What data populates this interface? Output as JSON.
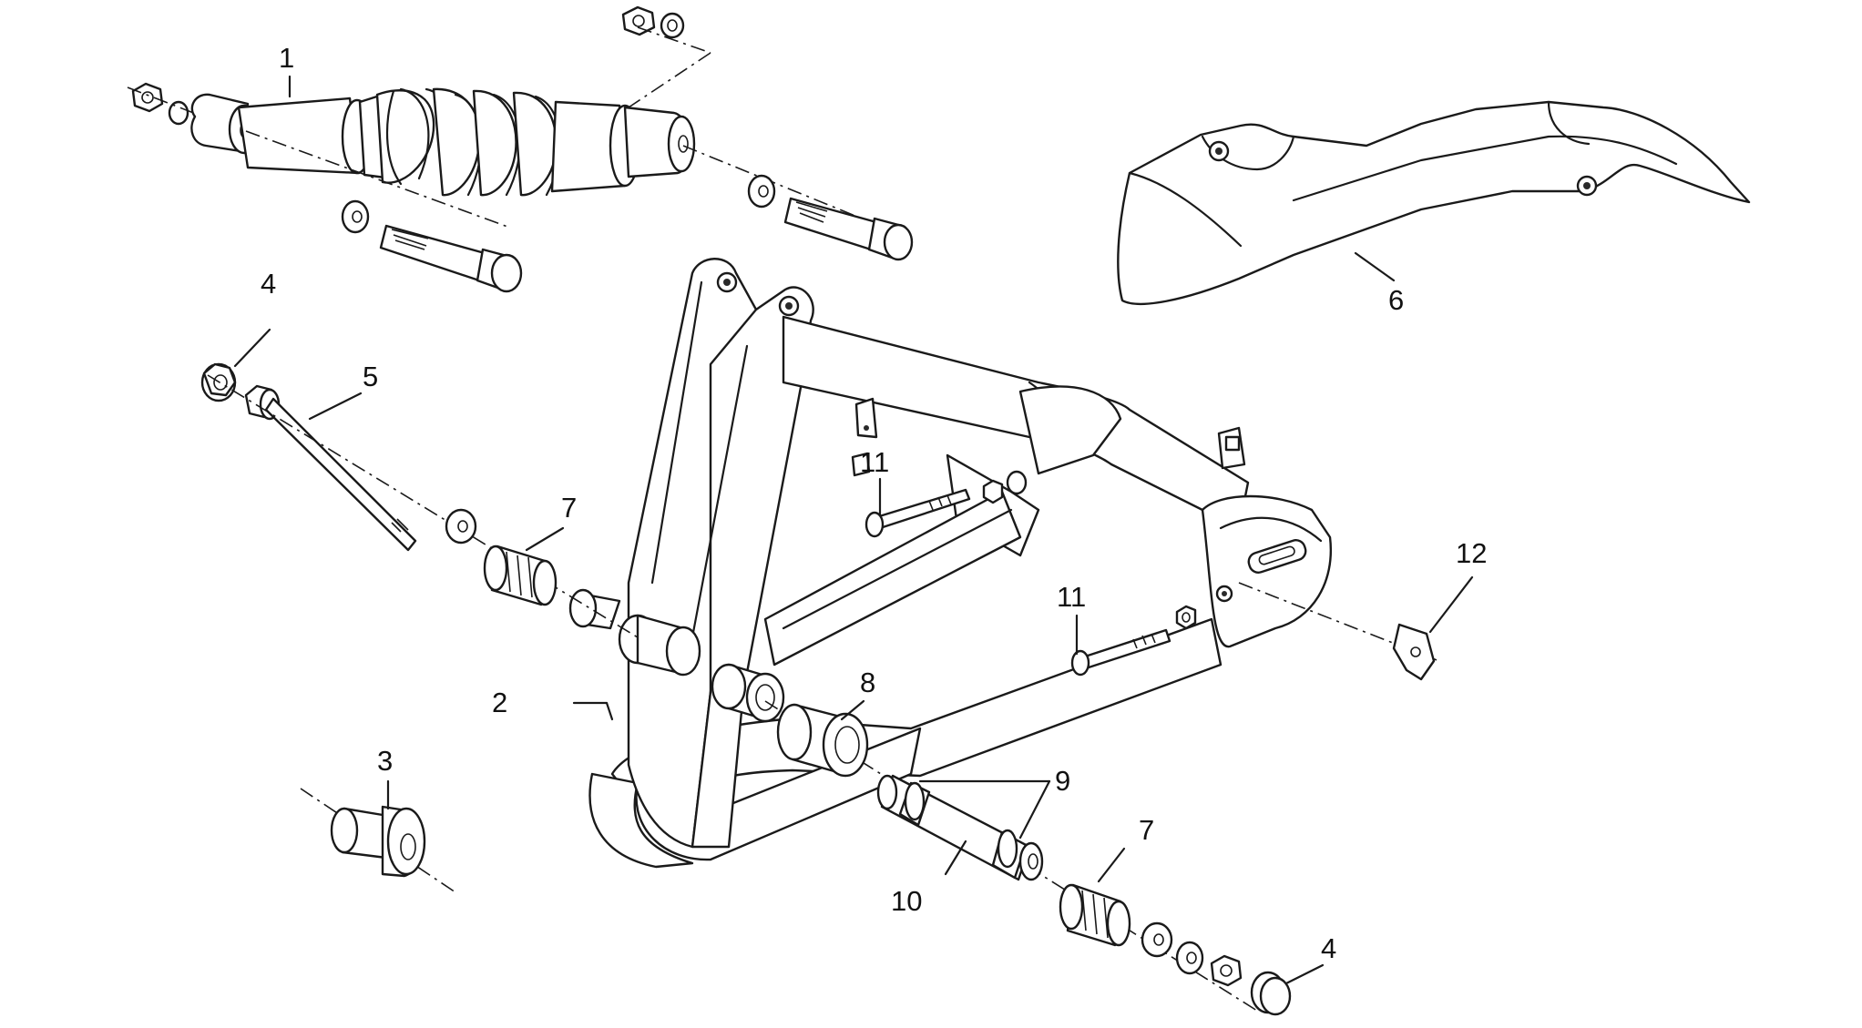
{
  "colors": {
    "line": "#1a1a1a",
    "paper": "#ffffff",
    "shade": "#dcdcdc"
  },
  "callouts": {
    "c1": "1",
    "c2": "2",
    "c3": "3",
    "c4a": "4",
    "c4b": "4",
    "c5": "5",
    "c6": "6",
    "c7a": "7",
    "c7b": "7",
    "c8": "8",
    "c9": "9",
    "c10": "10",
    "c11a": "11",
    "c11b": "11",
    "c12": "12"
  }
}
